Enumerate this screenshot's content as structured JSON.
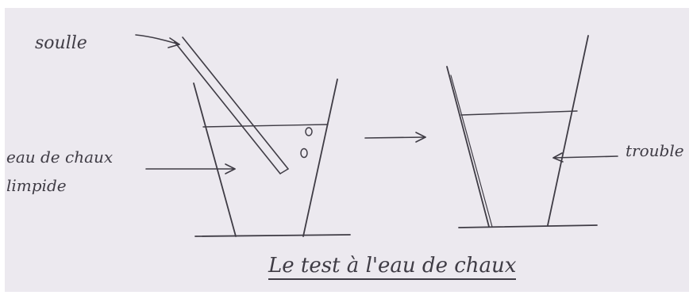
{
  "labels": {
    "straw": "soulle",
    "limewater_line1": "eau de chaux",
    "limewater_line2": "limpide",
    "cloudy": "trouble"
  },
  "caption": "Le test à l'eau de chaux",
  "bubbles": [
    "o",
    "o"
  ],
  "colors": {
    "paper": "#ece9ef",
    "ink": "#3f3c45"
  }
}
